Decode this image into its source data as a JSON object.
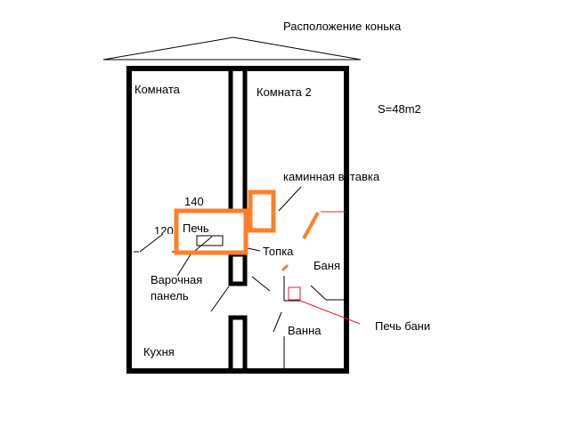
{
  "title": "Расположение конька",
  "area": "S=48m2",
  "rooms": {
    "room1": "Комната",
    "room2": "Комната 2",
    "kitchen": "Кухня",
    "sauna": "Баня",
    "bath": "Ванна"
  },
  "labels": {
    "fireplace_insert": "каминная вставка",
    "stove": "Печь",
    "firebox": "Топка",
    "cooktop_line1": "Варочная",
    "cooktop_line2": "панель",
    "sauna_stove": "Печь бани",
    "dim_width": "140",
    "dim_height": "120"
  },
  "colors": {
    "wall": "#000000",
    "stove": "#ff7f27",
    "sauna_stove": "#ed1c24"
  }
}
